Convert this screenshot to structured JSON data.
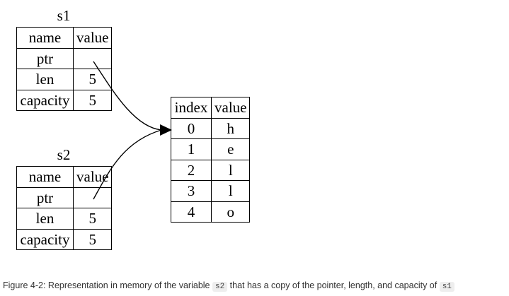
{
  "s1": {
    "title": "s1",
    "header": [
      "name",
      "value"
    ],
    "rows": [
      [
        "ptr",
        ""
      ],
      [
        "len",
        "5"
      ],
      [
        "capacity",
        "5"
      ]
    ]
  },
  "s2": {
    "title": "s2",
    "header": [
      "name",
      "value"
    ],
    "rows": [
      [
        "ptr",
        ""
      ],
      [
        "len",
        "5"
      ],
      [
        "capacity",
        "5"
      ]
    ]
  },
  "heap": {
    "header": [
      "index",
      "value"
    ],
    "rows": [
      [
        "0",
        "h"
      ],
      [
        "1",
        "e"
      ],
      [
        "2",
        "l"
      ],
      [
        "3",
        "l"
      ],
      [
        "4",
        "o"
      ]
    ]
  },
  "caption": {
    "prefix": "Figure 4-2: Representation in memory of the variable ",
    "code1": "s2",
    "middle": " that has a copy of the pointer, length, and capacity of ",
    "code2": "s1"
  }
}
